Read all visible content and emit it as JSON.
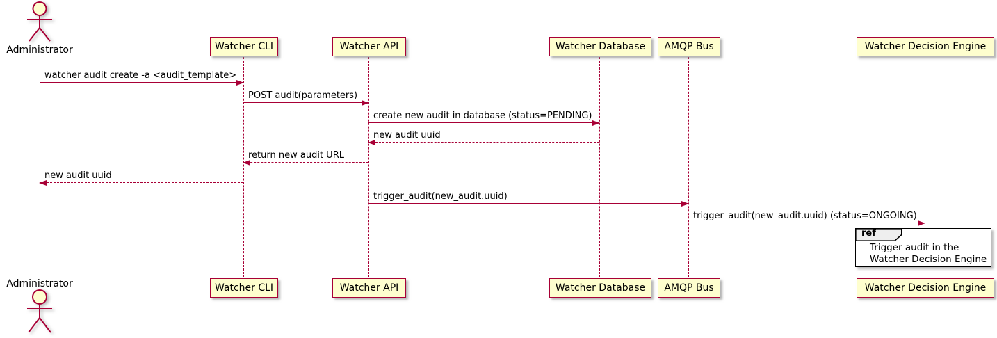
{
  "colors": {
    "stroke": "#A80036",
    "participant_fill": "#FEFECE",
    "ref_header_fill": "#EEEEEE",
    "frame_border": "#000000",
    "text": "#000000",
    "background": "#FFFFFF"
  },
  "actor": {
    "label": "Administrator"
  },
  "participants": [
    {
      "label": "Watcher CLI"
    },
    {
      "label": "Watcher API"
    },
    {
      "label": "Watcher Database"
    },
    {
      "label": "AMQP Bus"
    },
    {
      "label": "Watcher Decision Engine"
    }
  ],
  "messages": [
    {
      "label": "watcher audit create -a <audit_template>",
      "from": "Administrator",
      "to": "Watcher CLI",
      "line": "solid"
    },
    {
      "label": "POST audit(parameters)",
      "from": "Watcher CLI",
      "to": "Watcher API",
      "line": "solid"
    },
    {
      "label": "create new audit in database (status=PENDING)",
      "from": "Watcher API",
      "to": "Watcher Database",
      "line": "solid"
    },
    {
      "label": "new audit uuid",
      "from": "Watcher Database",
      "to": "Watcher API",
      "line": "dashed"
    },
    {
      "label": "return new audit URL",
      "from": "Watcher API",
      "to": "Watcher CLI",
      "line": "dashed"
    },
    {
      "label": "new audit uuid",
      "from": "Watcher CLI",
      "to": "Administrator",
      "line": "dashed"
    },
    {
      "label": "trigger_audit(new_audit.uuid)",
      "from": "Watcher API",
      "to": "AMQP Bus",
      "line": "solid"
    },
    {
      "label": "trigger_audit(new_audit.uuid) (status=ONGOING)",
      "from": "AMQP Bus",
      "to": "Watcher Decision Engine",
      "line": "solid"
    }
  ],
  "ref": {
    "keyword": "ref",
    "line1": "Trigger audit in the",
    "line2": "Watcher Decision Engine"
  }
}
